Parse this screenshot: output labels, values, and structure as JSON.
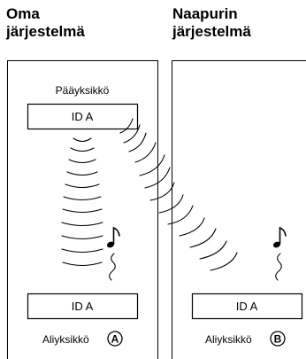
{
  "systems": {
    "own": {
      "title_line1": "Oma",
      "title_line2": "järjestelmä"
    },
    "neighbor": {
      "title_line1": "Naapurin",
      "title_line2": "järjestelmä"
    }
  },
  "main_unit": {
    "label": "Pääyksikkö",
    "id_text": "ID A"
  },
  "sub_unit_a": {
    "id_text": "ID A",
    "label": "Aliyksikkö",
    "marker": "A"
  },
  "sub_unit_b": {
    "id_text": "ID A",
    "label": "Aliyksikkö",
    "marker": "B"
  },
  "icons": {
    "signal": "radio-wave-icon",
    "audio": "music-note-icon"
  }
}
